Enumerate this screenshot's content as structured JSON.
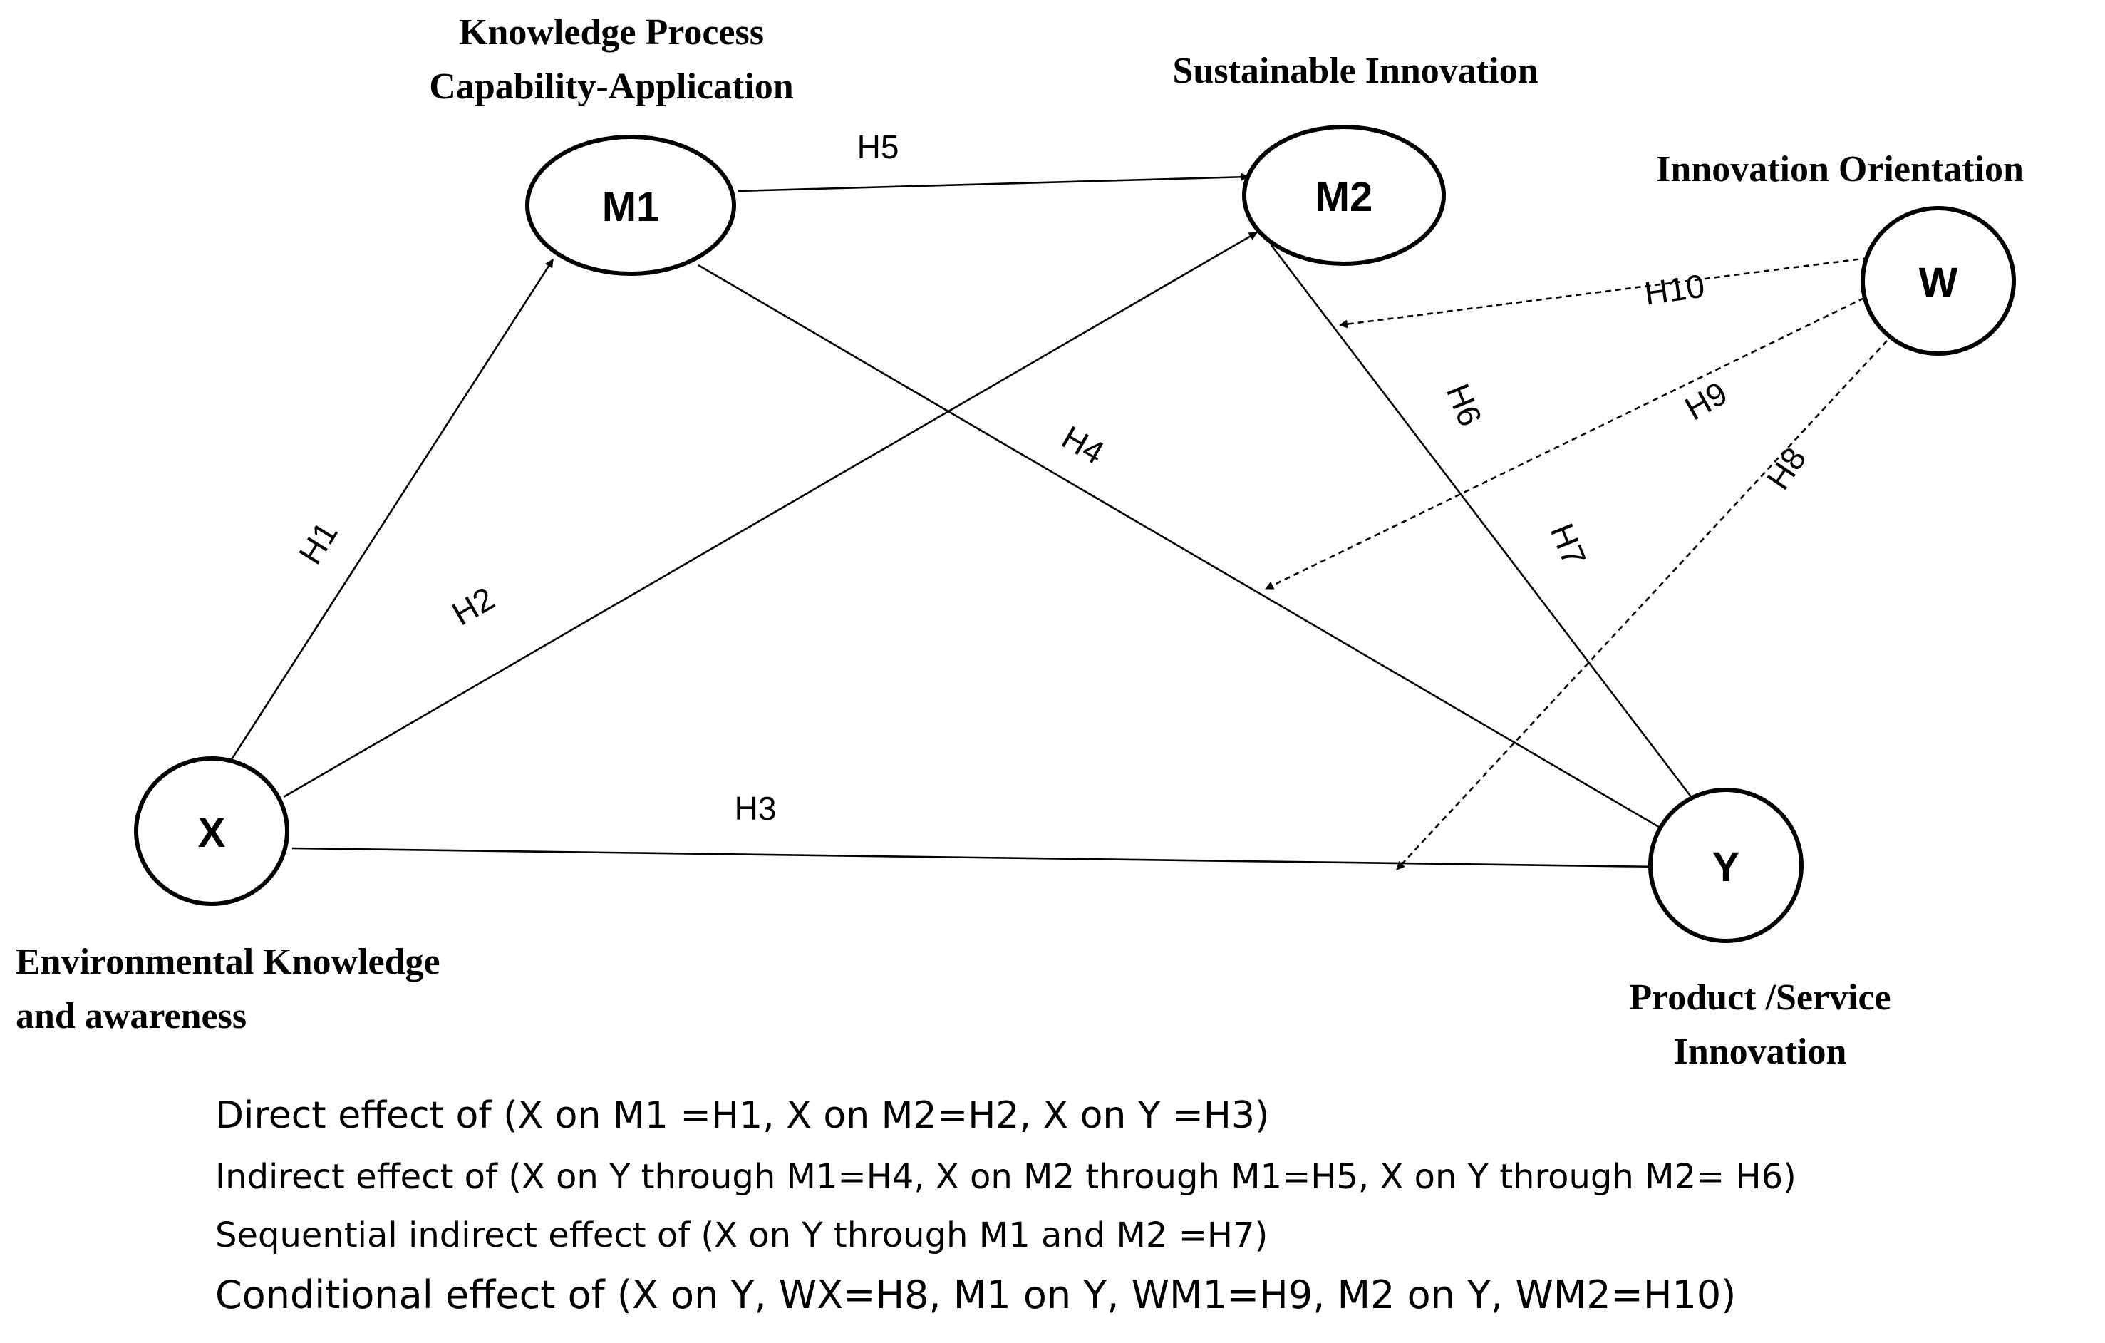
{
  "nodes": {
    "X": {
      "letter": "X",
      "label_lines": [
        "Environmental Knowledge",
        "and awareness"
      ]
    },
    "M1": {
      "letter": "M1",
      "label_lines": [
        "Knowledge Process",
        "Capability-Application"
      ]
    },
    "M2": {
      "letter": "M2",
      "label_lines": [
        "Sustainable Innovation"
      ]
    },
    "W": {
      "letter": "W",
      "label_lines": [
        "Innovation Orientation"
      ]
    },
    "Y": {
      "letter": "Y",
      "label_lines": [
        "Product /Service",
        "Innovation"
      ]
    }
  },
  "paths": [
    {
      "id": "H1",
      "label": "H1",
      "from": "X",
      "to": "M1",
      "style": "solid"
    },
    {
      "id": "H2",
      "label": "H2",
      "from": "X",
      "to": "M2",
      "style": "solid"
    },
    {
      "id": "H3",
      "label": "H3",
      "from": "X",
      "to": "Y",
      "style": "solid"
    },
    {
      "id": "H4",
      "label": "H4",
      "from": "M1",
      "to": "Y",
      "style": "solid"
    },
    {
      "id": "H5",
      "label": "H5",
      "from": "M1",
      "to": "M2",
      "style": "solid"
    },
    {
      "id": "H6",
      "label": "H6",
      "from": "M2",
      "to": "Y",
      "style": "solid"
    },
    {
      "id": "H7",
      "label": "H7",
      "from": "M2",
      "to": "Y",
      "style": "solid"
    },
    {
      "id": "H8",
      "label": "H8",
      "from": "W",
      "to": "path H3",
      "style": "dashed"
    },
    {
      "id": "H9",
      "label": "H9",
      "from": "W",
      "to": "path H4",
      "style": "dashed"
    },
    {
      "id": "H10",
      "label": "H10",
      "from": "W",
      "to": "path H6",
      "style": "dashed"
    }
  ],
  "legend": [
    "Direct effect of (X on M1 =H1, X on M2=H2, X on Y =H3)",
    "Indirect effect of (X on Y through M1=H4, X on M2 through M1=H5, X on Y through M2= H6)",
    "Sequential indirect effect of (X on Y through M1 and M2 =H7)",
    "Conditional effect of (X on Y, WX=H8, M1 on Y, WM1=H9, M2 on Y, WM2=H10)"
  ]
}
